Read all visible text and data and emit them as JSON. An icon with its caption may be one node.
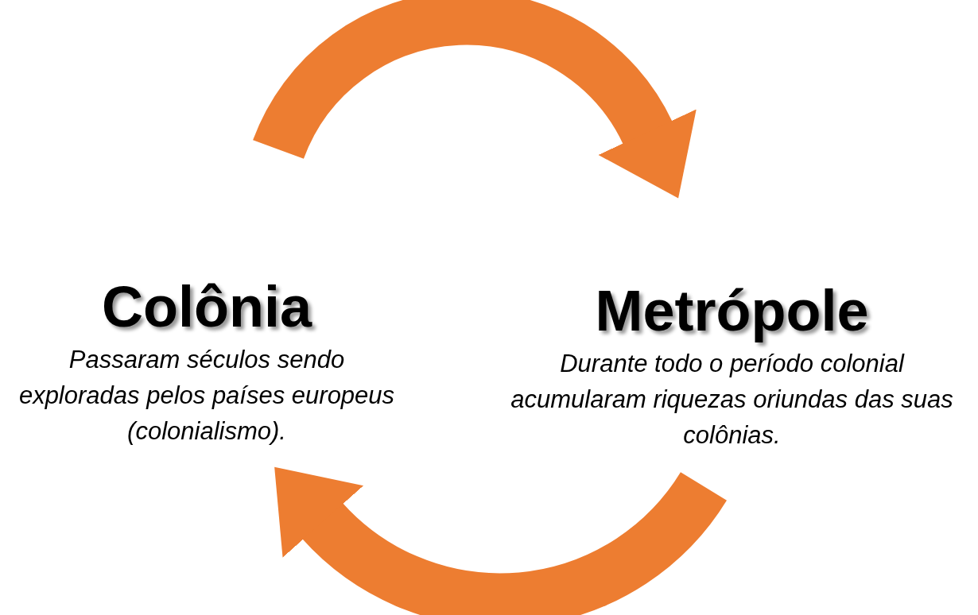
{
  "diagram": {
    "nodes": [
      {
        "text": [
          "Colônia",
          "Passaram séculos sendo exploradas pelos países europeus (colonialismo)."
        ]
      },
      {
        "text": [
          "Metrópole",
          "Durante todo o período colonial acumularam riquezas oriundas das suas colônias."
        ]
      }
    ],
    "edges": [
      {
        "from": null,
        "to": 1,
        "arrow": "to"
      },
      {
        "from": null,
        "to": 0,
        "arrow": "to"
      }
    ]
  }
}
